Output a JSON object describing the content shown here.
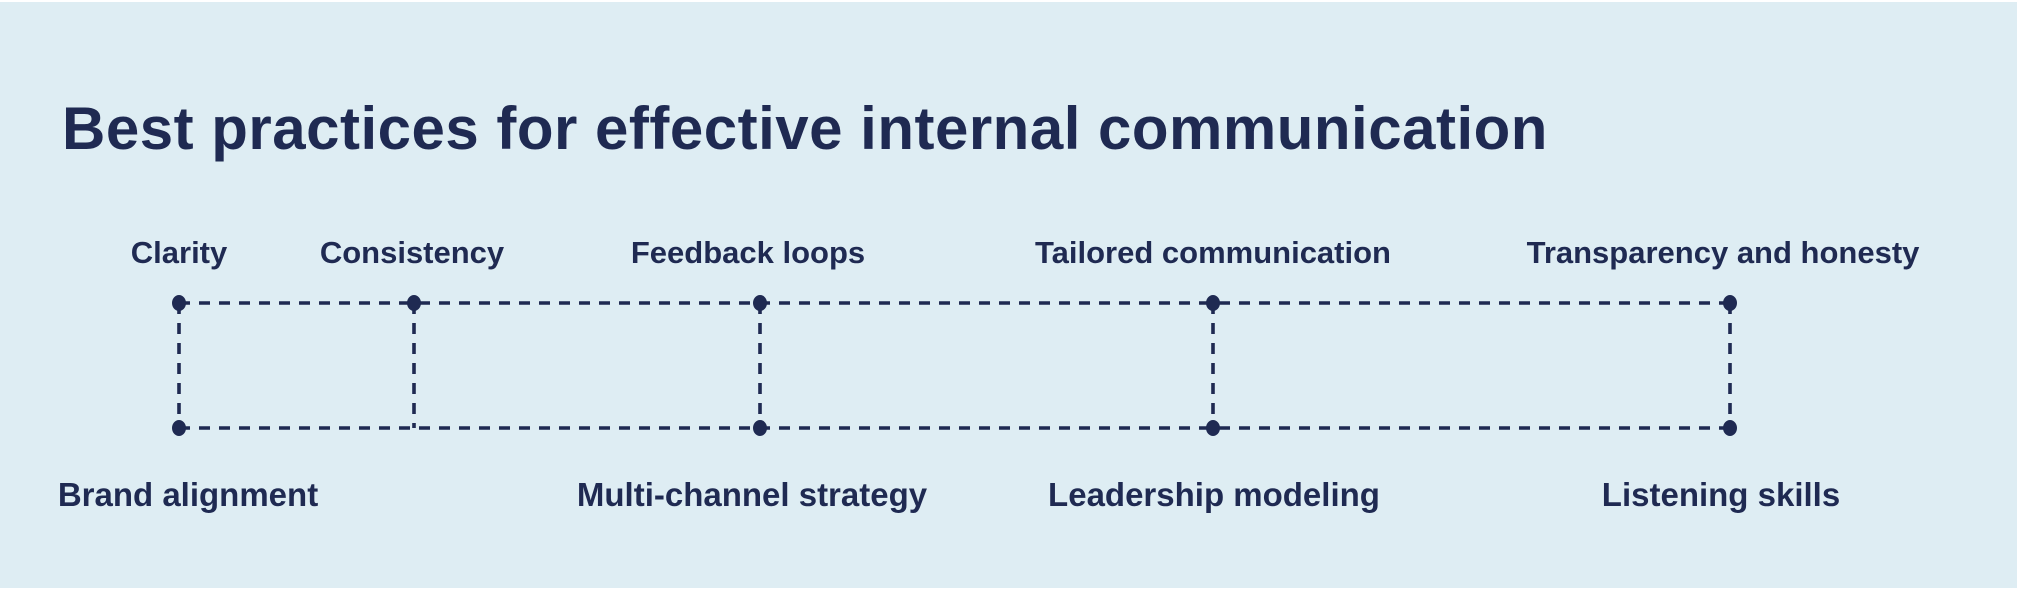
{
  "title": "Best practices for effective internal communication",
  "colors": {
    "background": "#deedf3",
    "ink": "#1f2a52"
  },
  "diagram": {
    "top_items": [
      {
        "label": "Clarity"
      },
      {
        "label": "Consistency"
      },
      {
        "label": "Feedback loops"
      },
      {
        "label": "Tailored communication"
      },
      {
        "label": "Transparency and honesty"
      }
    ],
    "bottom_items": [
      {
        "label": "Brand alignment"
      },
      {
        "label": "Multi-channel strategy"
      },
      {
        "label": "Leadership modeling"
      },
      {
        "label": "Listening skills"
      }
    ]
  }
}
